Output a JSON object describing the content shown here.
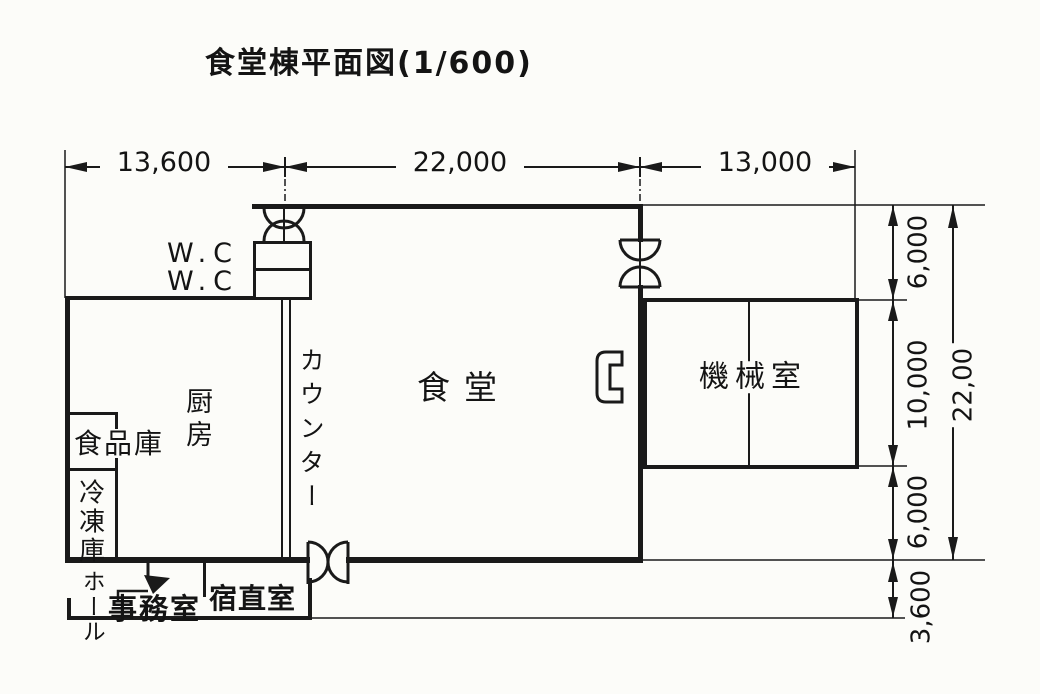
{
  "title": "食堂棟平面図(1/600)",
  "dimensions": {
    "top": [
      "13,600",
      "22,000",
      "13,000"
    ],
    "right_inner": [
      "6,000",
      "10,000",
      "6,000",
      "3,600"
    ],
    "right_overall": "22,00"
  },
  "rooms": {
    "wc_upper": "W.C",
    "wc_lower": "W.C",
    "kitchen": "厨房",
    "food_storage": "食品庫",
    "freezer": "冷凍庫",
    "hall": "ホール",
    "office": "事務室",
    "night_duty_room": "宿直室",
    "counter": "カウンター",
    "dining_hall": "食堂",
    "machine_room": "機械室"
  },
  "colors": {
    "line": "#1a1a1a",
    "paper": "#fcfcf9"
  }
}
